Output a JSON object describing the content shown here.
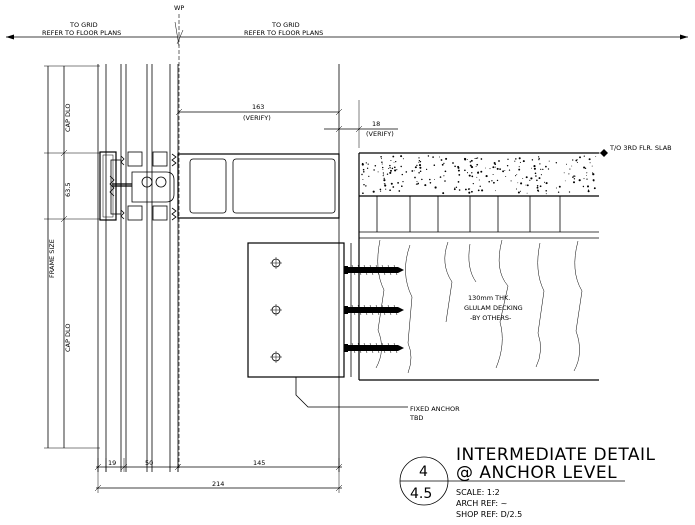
{
  "labels": {
    "wp": "WP",
    "grid_left_1": "TO GRID",
    "grid_left_2": "REFER TO FLOOR PLANS",
    "grid_right_1": "TO GRID",
    "grid_right_2": "REFER TO FLOOR PLANS",
    "dim_163": "163",
    "verify_1": "(VERIFY)",
    "dim_18": "18",
    "verify_2": "(VERIFY)",
    "slab": "T/O 3RD FLR. SLAB",
    "cap_dlo_top": "CAP DLO",
    "dim_63_5": "63.5",
    "frame_size": "FRAME SIZE",
    "cap_dlo_bottom": "CAP DLO",
    "glulam_1": "130mm THK.",
    "glulam_2": "GLULAM DECKING",
    "glulam_3": "-BY OTHERS-",
    "anchor_1": "FIXED ANCHOR",
    "anchor_2": "TBD",
    "dim_19": "19",
    "dim_50": "50",
    "dim_145": "145",
    "dim_214": "214"
  },
  "title_block": {
    "detail_number": "4",
    "sheet_number": "4.5",
    "title_line_1": "INTERMEDIATE DETAIL",
    "title_line_2": "@ ANCHOR LEVEL",
    "scale": "SCALE: 1:2",
    "arch_ref": "ARCH REF: ~",
    "shop_ref": "SHOP REF: D/2.5"
  }
}
